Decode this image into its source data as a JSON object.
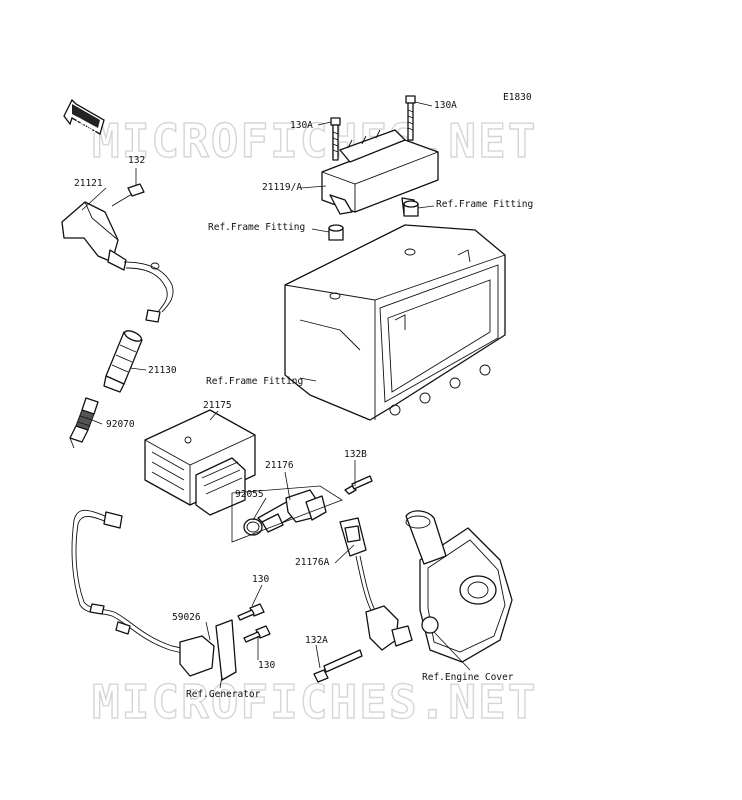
{
  "diagram_code": "E1830",
  "watermark": "MICROFICHES.NET",
  "front_arrow": "FRONT",
  "labels": {
    "p130A_left": "130A",
    "p130A_right": "130A",
    "p21119A": "21119/A",
    "ref_frame_right": "Ref.Frame Fitting",
    "ref_frame_left": "Ref.Frame Fitting",
    "ref_frame_box": "Ref.Frame Fitting",
    "p132": "132",
    "p21121": "21121",
    "p21130": "21130",
    "p92070": "92070",
    "p21175": "21175",
    "p21176": "21176",
    "p92055": "92055",
    "p132B": "132B",
    "p21176A": "21176A",
    "p130_top": "130",
    "p130_bottom": "130",
    "p59026": "59026",
    "p132A": "132A",
    "ref_generator": "Ref.Generator",
    "ref_engine_cover": "Ref.Engine Cover"
  }
}
